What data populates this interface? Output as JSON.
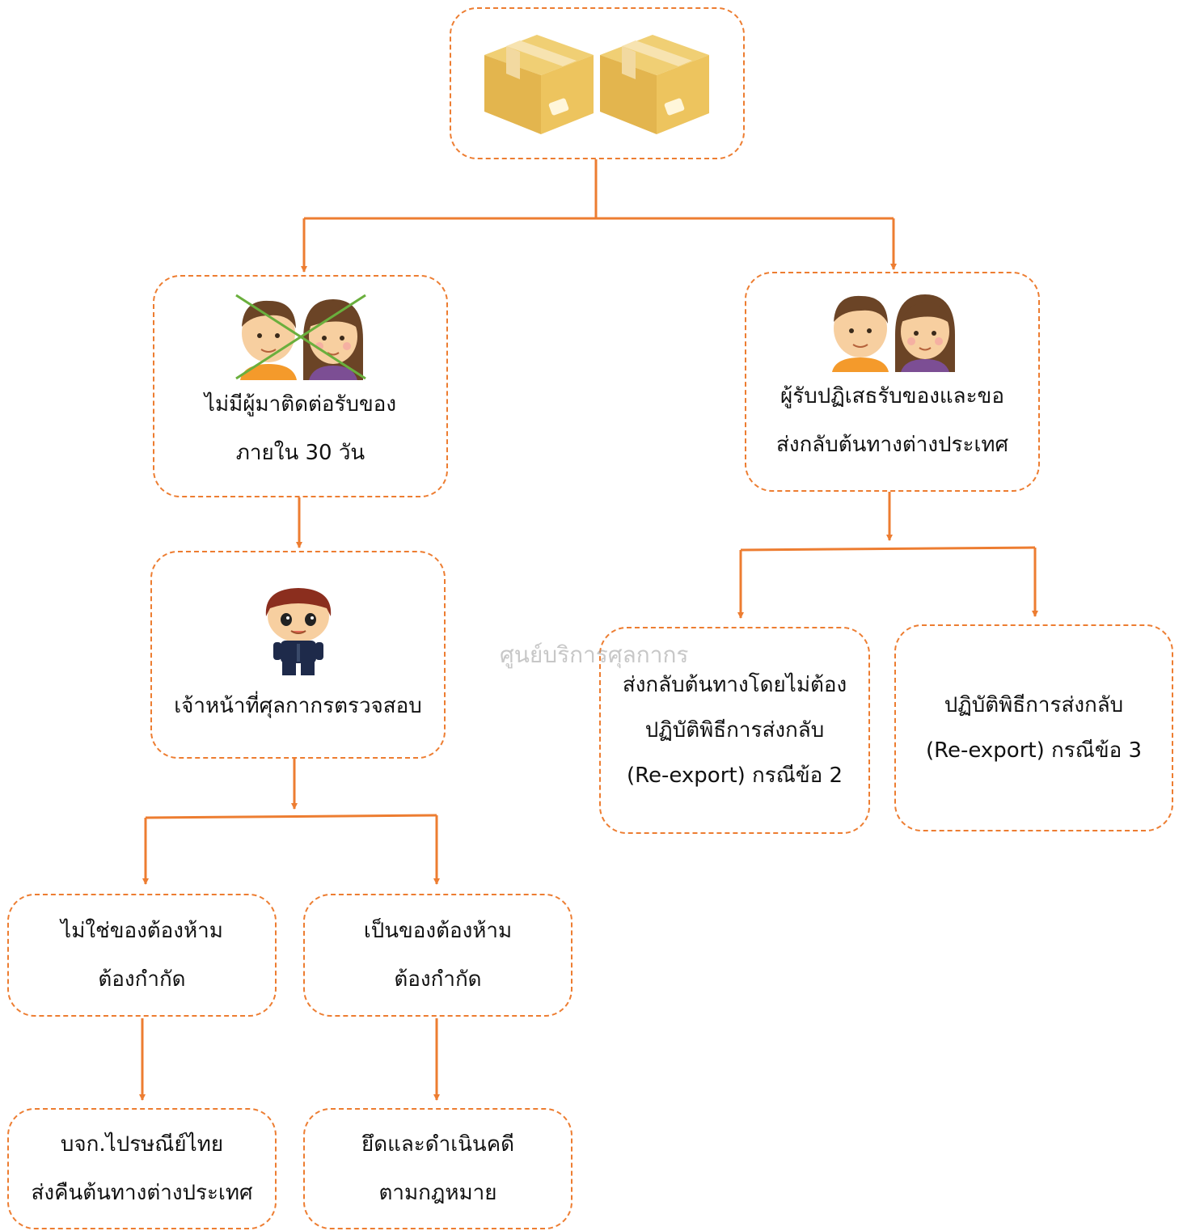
{
  "watermark": "ศูนย์บริการศุลกากร",
  "colors": {
    "accent": "#ED7D31",
    "text": "#111111",
    "cross": "#6AAF3D",
    "box": "#E8C05A"
  },
  "nodes": {
    "parcels": {
      "icon": "parcel-boxes-icon"
    },
    "no_contact": {
      "icon": "crossed-out-people-icon",
      "line1": "ไม่มีผู้มาติดต่อรับของ",
      "line2": "ภายใน 30 วัน"
    },
    "refuse": {
      "icon": "people-icon",
      "line1": "ผู้รับปฏิเสธรับของและขอ",
      "line2": "ส่งกลับต้นทางต่างประเทศ"
    },
    "officer": {
      "icon": "customs-officer-icon",
      "line1": "เจ้าหน้าที่ศุลกากรตรวจสอบ"
    },
    "not_prohibited": {
      "line1": "ไม่ใช่ของต้องห้าม",
      "line2": "ต้องกำกัด"
    },
    "prohibited": {
      "line1": "เป็นของต้องห้าม",
      "line2": "ต้องกำกัด"
    },
    "thailand_post": {
      "line1": "บจก.ไปรษณีย์ไทย",
      "line2": "ส่งคืนต้นทางต่างประเทศ"
    },
    "seize": {
      "line1": "ยึดและดำเนินคดี",
      "line2": "ตามกฎหมาย"
    },
    "return_no_procedure": {
      "line1": "ส่งกลับต้นทางโดยไม่ต้อง",
      "line2": "ปฏิบัติพิธีการส่งกลับ",
      "line3": "(Re-export) กรณีข้อ 2"
    },
    "reexport": {
      "line1": "ปฏิบัติพิธีการส่งกลับ",
      "line2": "(Re-export) กรณีข้อ 3"
    }
  }
}
